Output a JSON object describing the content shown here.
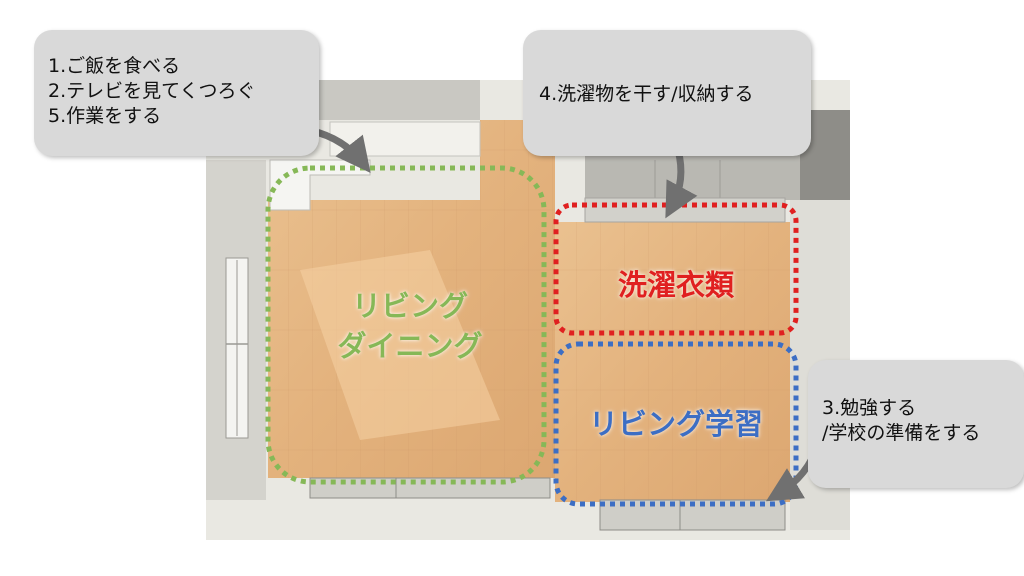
{
  "callouts": {
    "living_activities": {
      "lines": [
        "1.ご飯を食べる",
        "2.テレビを見てくつろぐ",
        "5.作業をする"
      ]
    },
    "laundry_activities": {
      "lines": [
        "4.洗濯物を干す/収納する"
      ]
    },
    "study_activities": {
      "lines": [
        "3.勉強する",
        "/学校の準備をする"
      ]
    }
  },
  "zones": {
    "living_dining": {
      "lines": [
        "リビング",
        "ダイニング"
      ],
      "color": "#86b857"
    },
    "laundry_clothes": {
      "label": "洗濯衣類",
      "color": "#e02020"
    },
    "living_study": {
      "label": "リビング学習",
      "color": "#3c6ec4"
    }
  },
  "colors": {
    "bubble": "#d9d9d9",
    "floor": "#e7b784",
    "wall_top": "#f2f1ec",
    "wall_face": "#d9d8d2",
    "arrow": "#707070"
  }
}
